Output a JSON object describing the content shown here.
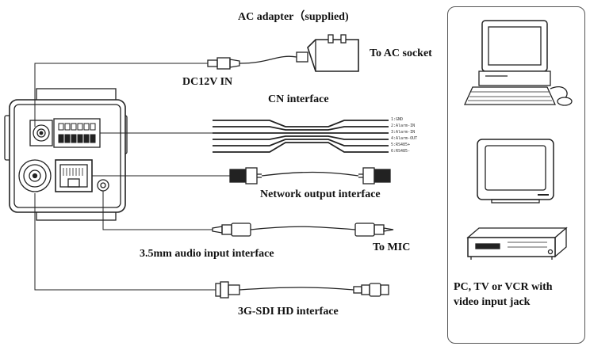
{
  "labels": {
    "ac_adapter": "AC adapter（supplied)",
    "to_ac_socket": "To AC socket",
    "dc12v_in": "DC12V IN",
    "cn_interface": "CN interface",
    "network_output": "Network output interface",
    "audio_input": "3.5mm audio input interface",
    "to_mic": "To MIC",
    "sdi_interface": "3G-SDI HD interface",
    "device_caption_line1": "PC, TV or VCR with",
    "device_caption_line2": "video input jack"
  },
  "cn_pins": [
    "1:GND",
    "2:Alarm-IN",
    "3:Alarm-IN",
    "4:Alarm-OUT",
    "5:RS485+",
    "6:RS485-"
  ],
  "colors": {
    "line": "#222222",
    "panel_border": "#555555"
  }
}
